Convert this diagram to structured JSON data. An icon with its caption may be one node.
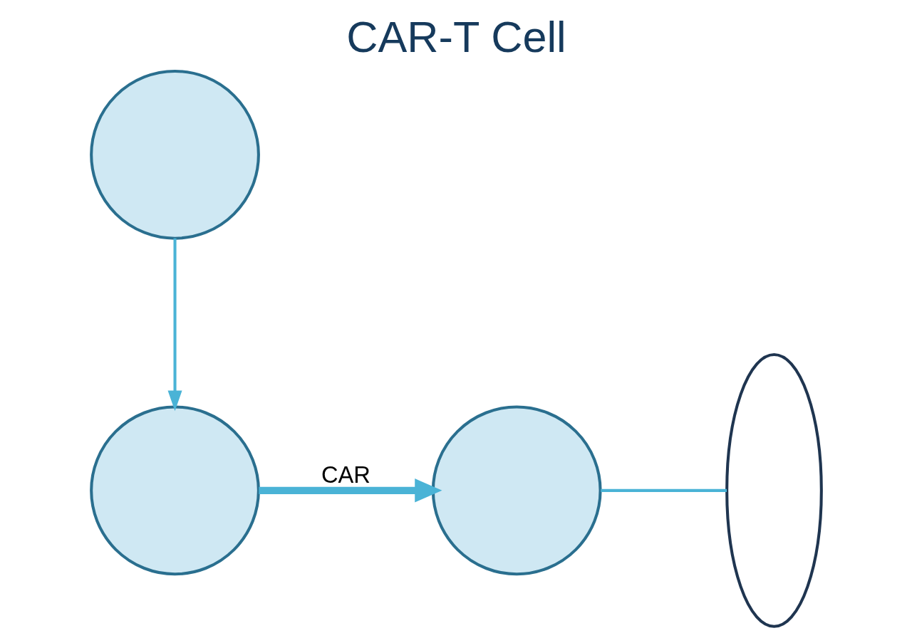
{
  "diagram": {
    "title": "CAR-T Cell",
    "nodes": [
      {
        "text": [],
        "shape": "circle"
      },
      {
        "text": [],
        "shape": "circle"
      },
      {
        "text": [],
        "shape": "circle"
      },
      {
        "text": [],
        "shape": "person"
      }
    ],
    "edges": [
      {
        "from": 0,
        "to": 1,
        "arrow": "to"
      },
      {
        "from": 1,
        "to": 2,
        "arrow": "to",
        "label": "CAR",
        "style": "thick"
      },
      {
        "from": 2,
        "to": 3,
        "arrow": "none"
      }
    ]
  }
}
